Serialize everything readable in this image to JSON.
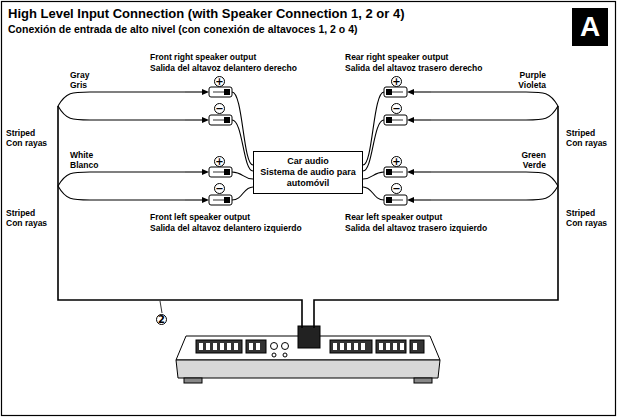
{
  "diagram": {
    "title": "High Level Input Connection (with Speaker Connection 1, 2 or 4)",
    "nodes": [
      {
        "text": [
          "A"
        ]
      },
      {
        "text": [
          "Car audio",
          "Sistema de audio para automóvil"
        ]
      }
    ],
    "labels": [
      "Conexión de entrada de alto nivel (con conexión de altavoces 1, 2 o 4)",
      "Front right speaker output",
      "Salida del altavoz delantero derecho",
      "Rear right speaker output",
      "Salida del altavoz trasero derecho",
      "+",
      "+",
      "Gray",
      "Gris",
      "Purple",
      "Violeta",
      "−",
      "−",
      "Striped",
      "Con rayas",
      "Striped",
      "Con rayas",
      "White",
      "Blanco",
      "Green",
      "Verde",
      "+",
      "+",
      "−",
      "−",
      "Striped",
      "Con rayas",
      "Striped",
      "Con rayas",
      "Front left speaker output",
      "Salida del altavoz delantero izquierdo",
      "Rear left speaker output",
      "Salida del altavoz trasero izquierdo",
      "2"
    ]
  }
}
